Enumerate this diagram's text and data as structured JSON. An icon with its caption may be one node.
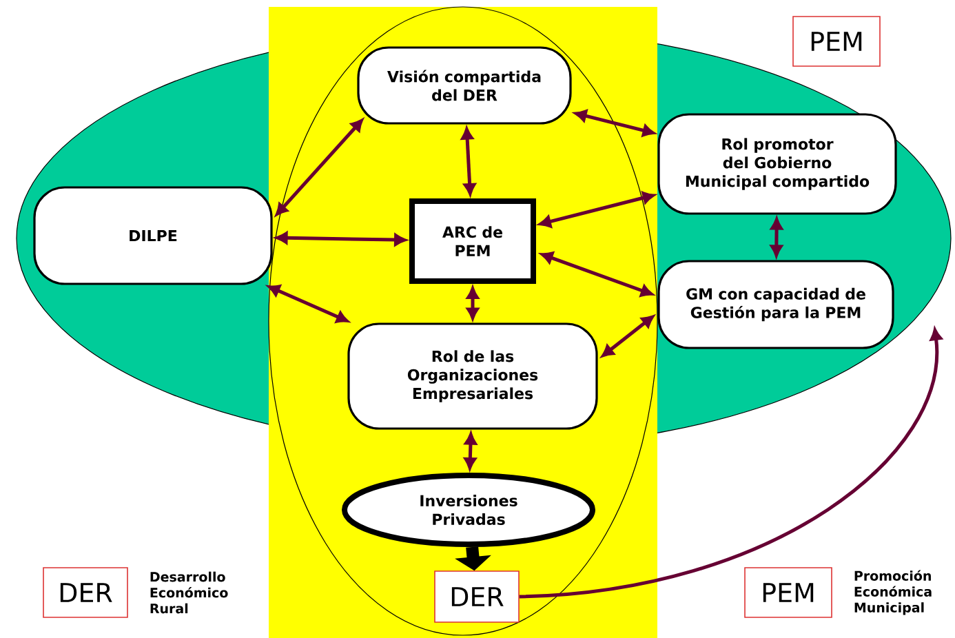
{
  "diagram": {
    "nodes": [
      {
        "text": [
          "PEM"
        ]
      },
      {
        "text": [
          "Visión compartida del DER"
        ]
      },
      {
        "text": [
          "DILPE"
        ]
      },
      {
        "text": [
          "ARC de PEM"
        ]
      },
      {
        "text": [
          "Rol promotor del Gobierno Municipal compartido"
        ]
      },
      {
        "text": [
          "GM con capacidad de Gestión para la PEM"
        ]
      },
      {
        "text": [
          "Rol de las Organizaciones Empresariales"
        ]
      },
      {
        "text": [
          "Inversiones Privadas"
        ]
      },
      {
        "text": [
          "DER"
        ],
        "beside": [
          "Desarrollo Económico Rural"
        ]
      },
      {
        "text": [
          "DER"
        ]
      },
      {
        "text": [
          "PEM"
        ],
        "beside": [
          "Promoción Económica Municipal"
        ]
      }
    ],
    "edges": [
      {
        "from": 2,
        "to": 1,
        "arrow": "both"
      },
      {
        "from": 2,
        "to": 3,
        "arrow": "both"
      },
      {
        "from": 2,
        "to": 6,
        "arrow": "both"
      },
      {
        "from": 1,
        "to": 3,
        "arrow": "both"
      },
      {
        "from": 1,
        "to": 4,
        "arrow": "both"
      },
      {
        "from": 3,
        "to": 4,
        "arrow": "both"
      },
      {
        "from": 3,
        "to": 5,
        "arrow": "both"
      },
      {
        "from": 4,
        "to": 5,
        "arrow": "both"
      },
      {
        "from": 3,
        "to": 6,
        "arrow": "both"
      },
      {
        "from": 6,
        "to": 5,
        "arrow": "both"
      },
      {
        "from": 6,
        "to": 7,
        "arrow": "both"
      },
      {
        "from": 7,
        "to": 9,
        "arrow": "to",
        "style": "thick",
        "color": "#000000"
      },
      {
        "from": 9,
        "to": null,
        "arrow": "to"
      }
    ]
  }
}
